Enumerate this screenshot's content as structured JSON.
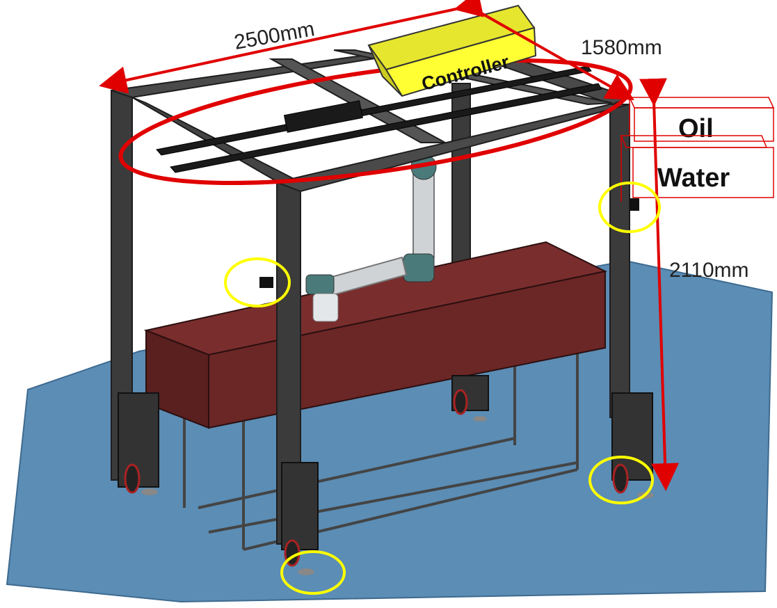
{
  "dimensions": {
    "length": "2500mm",
    "width": "1580mm",
    "height": "2110mm"
  },
  "labels": {
    "controller": "Controller",
    "oil": "Oil",
    "water": "Water"
  },
  "colors": {
    "floor": "#5b8db5",
    "frame": "#3b3b3b",
    "table": "#6b2626",
    "controller": "#ffff33",
    "annotation_red": "#e00000",
    "highlight_yellow": "#ffff00",
    "robot_arm": "#cfd3d6"
  }
}
